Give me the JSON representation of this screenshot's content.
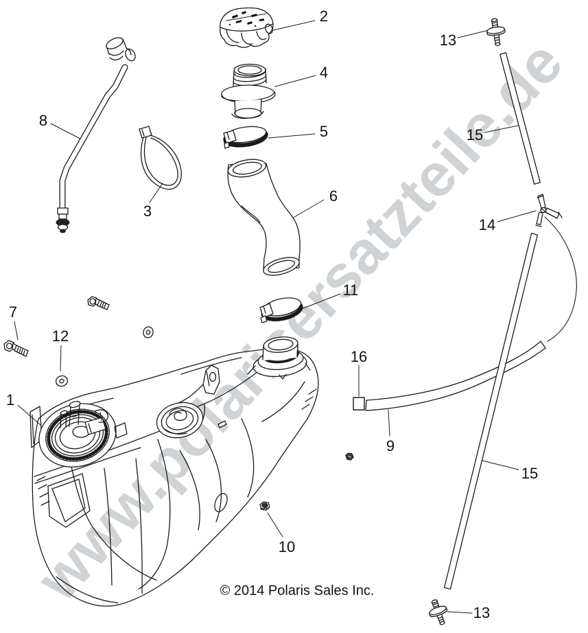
{
  "diagram": {
    "watermark": "www.polarisersatzteile.de",
    "copyright": "© 2014 Polaris Sales Inc.",
    "callouts": [
      {
        "ref": "2"
      },
      {
        "ref": "4"
      },
      {
        "ref": "5"
      },
      {
        "ref": "8"
      },
      {
        "ref": "3"
      },
      {
        "ref": "6"
      },
      {
        "ref": "11"
      },
      {
        "ref": "13"
      },
      {
        "ref": "15"
      },
      {
        "ref": "14"
      },
      {
        "ref": "16"
      },
      {
        "ref": "9"
      },
      {
        "ref": "15"
      },
      {
        "ref": "7"
      },
      {
        "ref": "12"
      },
      {
        "ref": "1"
      },
      {
        "ref": "10"
      },
      {
        "ref": "13"
      }
    ]
  }
}
